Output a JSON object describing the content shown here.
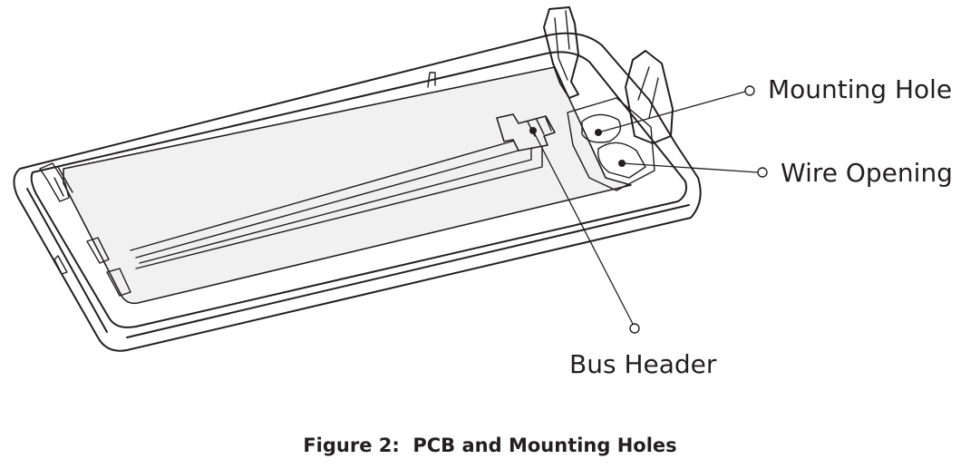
{
  "labels": {
    "mounting_hole": "Mounting Hole",
    "wire_opening": "Wire Opening",
    "bus_header": "Bus Header"
  },
  "caption": "Figure 2:  PCB and Mounting Holes",
  "colors": {
    "line": "#231f20",
    "pcb_fill": "#f1f1f1",
    "background": "#ffffff"
  }
}
